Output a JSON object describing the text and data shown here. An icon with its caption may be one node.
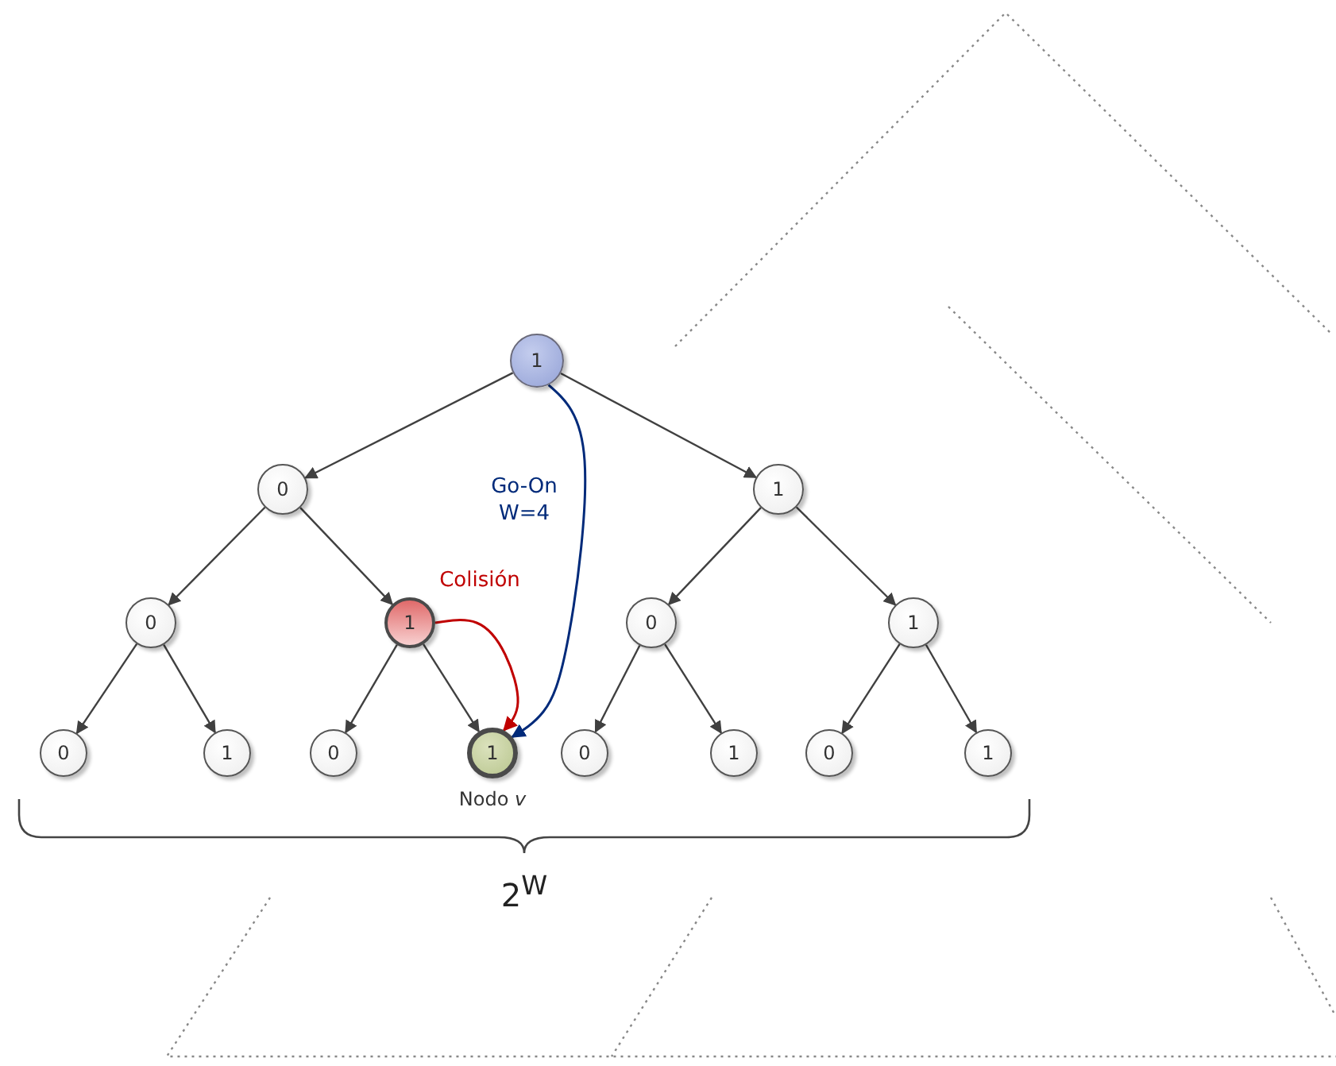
{
  "diagram": {
    "nodes": [
      {
        "text": [
          "1"
        ]
      },
      {
        "text": [
          "0"
        ]
      },
      {
        "text": [
          "1"
        ]
      },
      {
        "text": [
          "0"
        ]
      },
      {
        "text": [
          "1"
        ]
      },
      {
        "text": [
          "0"
        ]
      },
      {
        "text": [
          "1"
        ]
      },
      {
        "text": [
          "0"
        ]
      },
      {
        "text": [
          "1"
        ]
      },
      {
        "text": [
          "0"
        ]
      },
      {
        "text": [
          "1"
        ],
        "beside": [
          "Nodo *v*"
        ]
      },
      {
        "text": [
          "0"
        ]
      },
      {
        "text": [
          "1"
        ]
      },
      {
        "text": [
          "0"
        ]
      },
      {
        "text": [
          "1"
        ]
      }
    ],
    "edges": [
      {
        "from": 0,
        "to": 1,
        "arrow": "to"
      },
      {
        "from": 0,
        "to": 2,
        "arrow": "to"
      },
      {
        "from": 1,
        "to": 3,
        "arrow": "to"
      },
      {
        "from": 1,
        "to": 4,
        "arrow": "to"
      },
      {
        "from": 2,
        "to": 5,
        "arrow": "to"
      },
      {
        "from": 2,
        "to": 6,
        "arrow": "to"
      },
      {
        "from": 3,
        "to": 7,
        "arrow": "to"
      },
      {
        "from": 3,
        "to": 8,
        "arrow": "to"
      },
      {
        "from": 4,
        "to": 9,
        "arrow": "to"
      },
      {
        "from": 4,
        "to": 10,
        "arrow": "to"
      },
      {
        "from": 5,
        "to": 11,
        "arrow": "to"
      },
      {
        "from": 5,
        "to": 12,
        "arrow": "to"
      },
      {
        "from": 6,
        "to": 13,
        "arrow": "to"
      },
      {
        "from": 6,
        "to": 14,
        "arrow": "to"
      },
      {
        "from": 4,
        "to": 10,
        "arrow": "to",
        "label": "Colisión",
        "color": "#c00000"
      },
      {
        "from": 0,
        "to": 10,
        "arrow": "to",
        "label": "Go-On W=4",
        "color": "#002a7a"
      }
    ],
    "labels": [
      "2$^{W}$"
    ]
  }
}
